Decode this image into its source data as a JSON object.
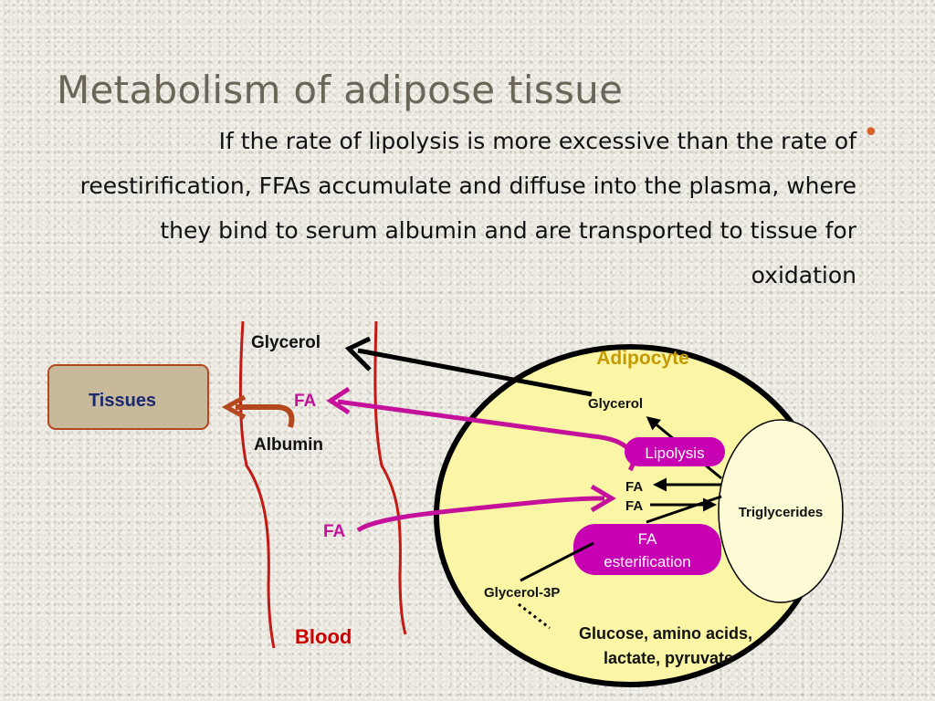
{
  "slide": {
    "title": "Metabolism of adipose tissue",
    "body": "If the rate of lipolysis is more excessive than the rate of reestirification, FFAs accumulate and diffuse into the plasma, where they bind to serum albumin and are transported to tissue for oxidation",
    "bullet": "•"
  },
  "diagram": {
    "tissues": "Tissues",
    "blood_glycerol": "Glycerol",
    "blood_fa_top": "FA",
    "albumin": "Albumin",
    "blood_fa_bottom": "FA",
    "blood": "Blood",
    "adipocyte": "Adipocyte",
    "cell_glycerol": "Glycerol",
    "lipolysis": "Lipolysis",
    "fa_out": "FA",
    "fa_in": "FA",
    "triglycerides": "Triglycerides",
    "fa_esterification_line1": "FA",
    "fa_esterification_line2": "esterification",
    "glycerol_3p": "Glycerol-3P",
    "sources_line1": "Glucose, amino acids,",
    "sources_line2": "lactate, pyruvate"
  },
  "colors": {
    "title": "#6b6557",
    "bullet": "#d9622b",
    "vessel": "#c21a14",
    "blood_label": "#cc0000",
    "fa_pathway": "#c4109a",
    "adipocyte_fill": "#fbf6a6",
    "adipocyte_label": "#c49a00",
    "triglyceride_fill": "#fdfbd5",
    "tissues_fill": "#c9b99b",
    "tissues_text": "#1a2a6e",
    "albumin_arrow": "#b5471e",
    "pill_fill": "#c800b4"
  }
}
